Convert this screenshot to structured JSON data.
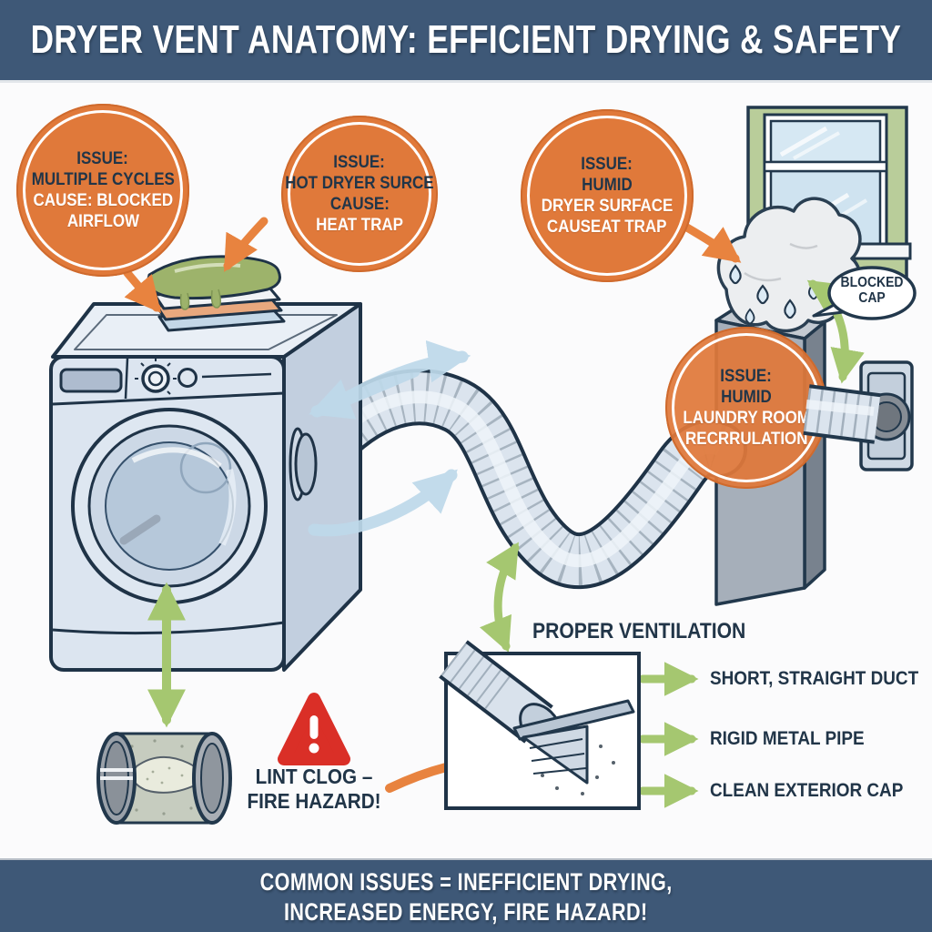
{
  "header": {
    "title": "DRYER VENT ANATOMY: EFFICIENT DRYING & SAFETY"
  },
  "issues": [
    {
      "lines": [
        "ISSUE:",
        "MULTIPLE CYCLES",
        "CAUSE: BLOCKED",
        "AIRFLOW"
      ]
    },
    {
      "lines": [
        "ISSUE:",
        "HOT DRYER SURCE",
        "CAUSE:",
        "HEAT TRAP"
      ]
    },
    {
      "lines": [
        "ISSUE:",
        "HUMID",
        "DRYER SURFACE",
        "CAUSEAT TRAP"
      ]
    },
    {
      "lines": [
        "ISSUE:",
        "HUMID",
        "LAUNDRY ROOM",
        "RECRRULATION"
      ]
    }
  ],
  "callouts": {
    "blocked_cap_line1": "BLOCKED",
    "blocked_cap_line2": "CAP",
    "proper_ventilation": "PROPER VENTILATION",
    "lint_clog_line1": "LINT CLOG –",
    "lint_clog_line2": "FIRE HAZARD!"
  },
  "checklist": [
    "SHORT, STRAIGHT DUCT",
    "RIGID METAL PIPE",
    "CLEAN EXTERIOR CAP"
  ],
  "footer": {
    "line1": "COMMON ISSUES = INEFFICIENT DRYING,",
    "line2": "INCREASED ENERGY, FIRE HAZARD!"
  },
  "colors": {
    "banner_navy": "#3e5877",
    "text_navy": "#213548",
    "issue_orange": "#e0793a",
    "arrow_orange": "#e8833f",
    "arrow_green": "#a5c770",
    "arrow_blue": "#bed9ea",
    "hazard_red": "#da2f27"
  }
}
